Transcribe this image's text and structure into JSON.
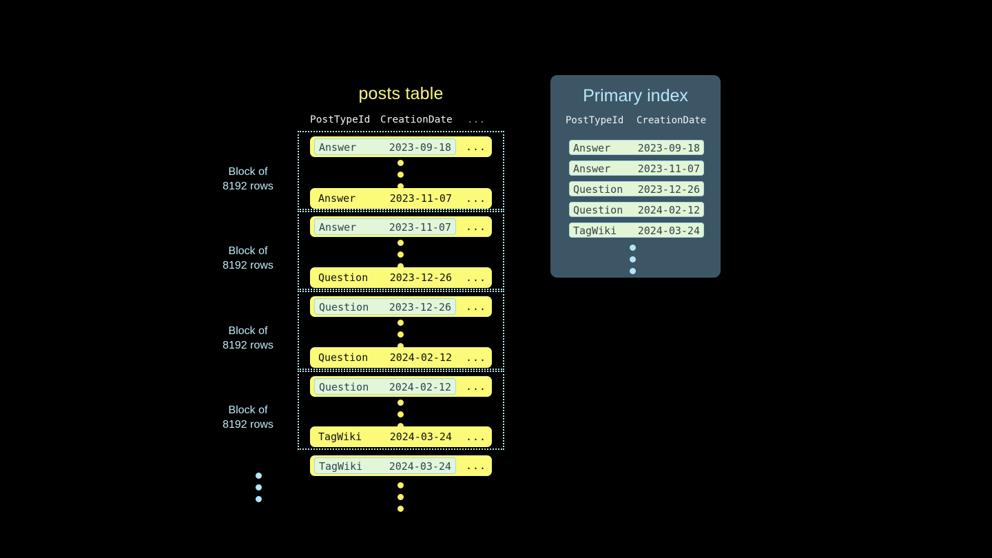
{
  "diagram": {
    "background_color": "#000000",
    "accent_yellow": "#fbfa79",
    "accent_blue": "#bfeaf7",
    "highlight_green": "#e3f6d9",
    "panel_color": "#3d5666"
  },
  "posts_table": {
    "title": "posts table",
    "columns": [
      "PostTypeId",
      "CreationDate",
      "..."
    ],
    "ellipsis_cell": "...",
    "blocks": [
      {
        "label_line1": "Block of",
        "label_line2": "8192 rows",
        "first_row": {
          "type": "Answer",
          "date": "2023-09-18",
          "more": "...",
          "highlighted": true
        },
        "last_row": {
          "type": "Answer",
          "date": "2023-11-07",
          "more": "...",
          "highlighted": false
        }
      },
      {
        "label_line1": "Block of",
        "label_line2": "8192 rows",
        "first_row": {
          "type": "Answer",
          "date": "2023-11-07",
          "more": "...",
          "highlighted": true
        },
        "last_row": {
          "type": "Question",
          "date": "2023-12-26",
          "more": "...",
          "highlighted": false
        }
      },
      {
        "label_line1": "Block of",
        "label_line2": "8192 rows",
        "first_row": {
          "type": "Question",
          "date": "2023-12-26",
          "more": "...",
          "highlighted": true
        },
        "last_row": {
          "type": "Question",
          "date": "2024-02-12",
          "more": "...",
          "highlighted": false
        }
      },
      {
        "label_line1": "Block of",
        "label_line2": "8192 rows",
        "first_row": {
          "type": "Question",
          "date": "2024-02-12",
          "more": "...",
          "highlighted": true
        },
        "last_row": {
          "type": "TagWiki",
          "date": "2024-03-24",
          "more": "...",
          "highlighted": false
        }
      }
    ],
    "trailing_row": {
      "type": "TagWiki",
      "date": "2024-03-24",
      "more": "...",
      "highlighted": true
    },
    "continuation_dots": "vertical-ellipsis"
  },
  "primary_index": {
    "title": "Primary index",
    "columns": [
      "PostTypeId",
      "CreationDate"
    ],
    "entries": [
      {
        "type": "Answer",
        "date": "2023-09-18"
      },
      {
        "type": "Answer",
        "date": "2023-11-07"
      },
      {
        "type": "Question",
        "date": "2023-12-26"
      },
      {
        "type": "Question",
        "date": "2024-02-12"
      },
      {
        "type": "TagWiki",
        "date": "2024-03-24"
      }
    ],
    "continuation_dots": "vertical-ellipsis"
  }
}
